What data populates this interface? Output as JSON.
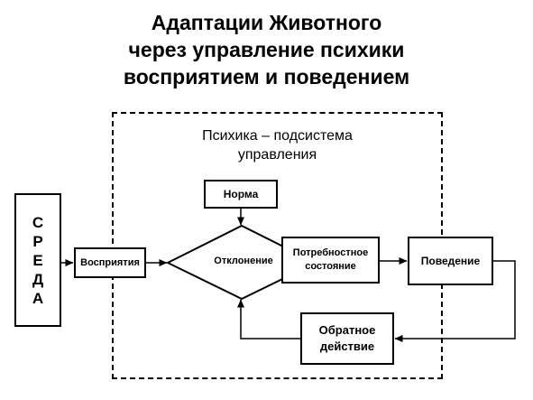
{
  "title": {
    "line1": "Адаптации Животного",
    "line2": "через управление психики",
    "line3": "восприятием и поведением"
  },
  "system": {
    "label_line1": "Психика – подсистема",
    "label_line2": "управления"
  },
  "nodes": {
    "environment": {
      "letters": [
        "С",
        "Р",
        "Е",
        "Д",
        "А"
      ]
    },
    "perception": {
      "label": "Восприятия"
    },
    "norm": {
      "label": "Норма"
    },
    "deviation": {
      "label": "Отклонение"
    },
    "need_state": {
      "line1": "Потребностное",
      "line2": "состояние"
    },
    "behavior": {
      "label": "Поведение"
    },
    "feedback": {
      "line1": "Обратное",
      "line2": "действие"
    }
  },
  "colors": {
    "stroke": "#000000",
    "background": "#ffffff"
  }
}
